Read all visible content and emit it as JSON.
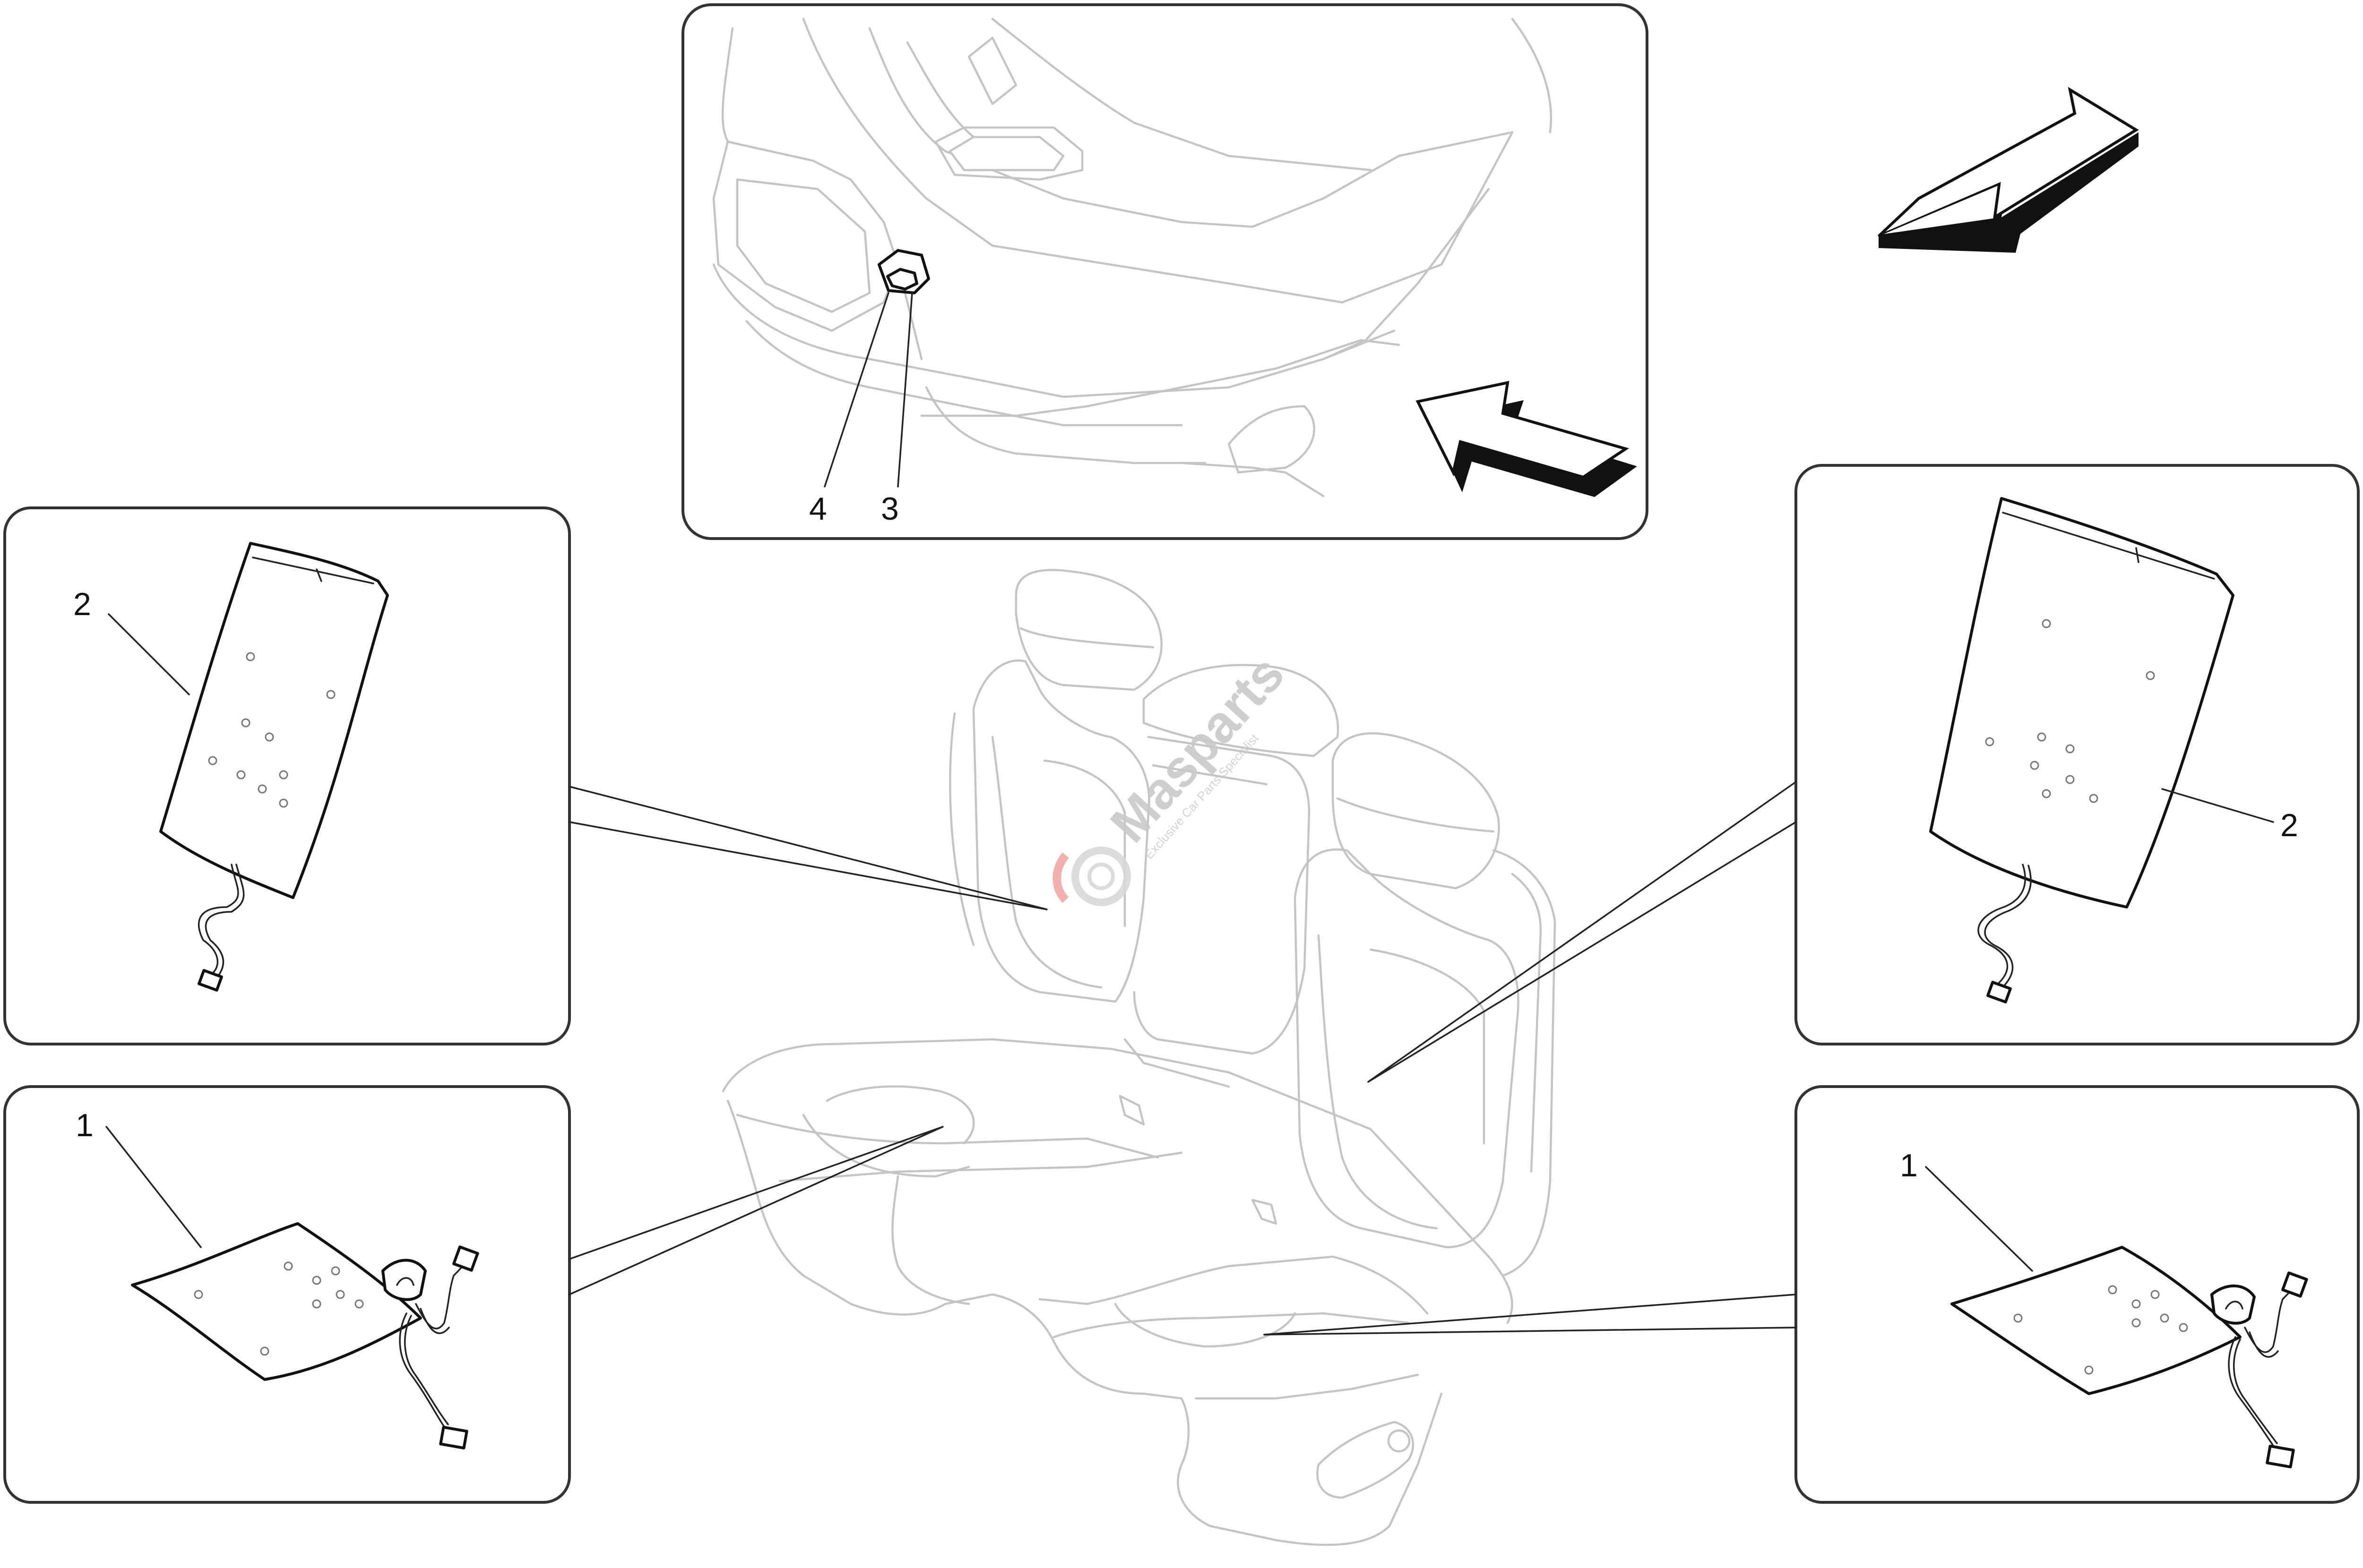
{
  "diagram": {
    "labels": {
      "top_door": [
        "4",
        "3"
      ],
      "left_back": "2",
      "right_back": "2",
      "left_cushion": "1",
      "right_cushion": "1"
    },
    "watermark": {
      "brand": "Masparts",
      "tagline": "Exclusive Car Parts Specialist"
    },
    "colors": {
      "line": "#111111",
      "ghost": "#c4c4c4",
      "frame": "#333333",
      "watermark": "#c9c9c9"
    },
    "icons": [
      "direction-arrow-icon",
      "direction-arrow-icon",
      "watermark-logo-icon"
    ]
  }
}
